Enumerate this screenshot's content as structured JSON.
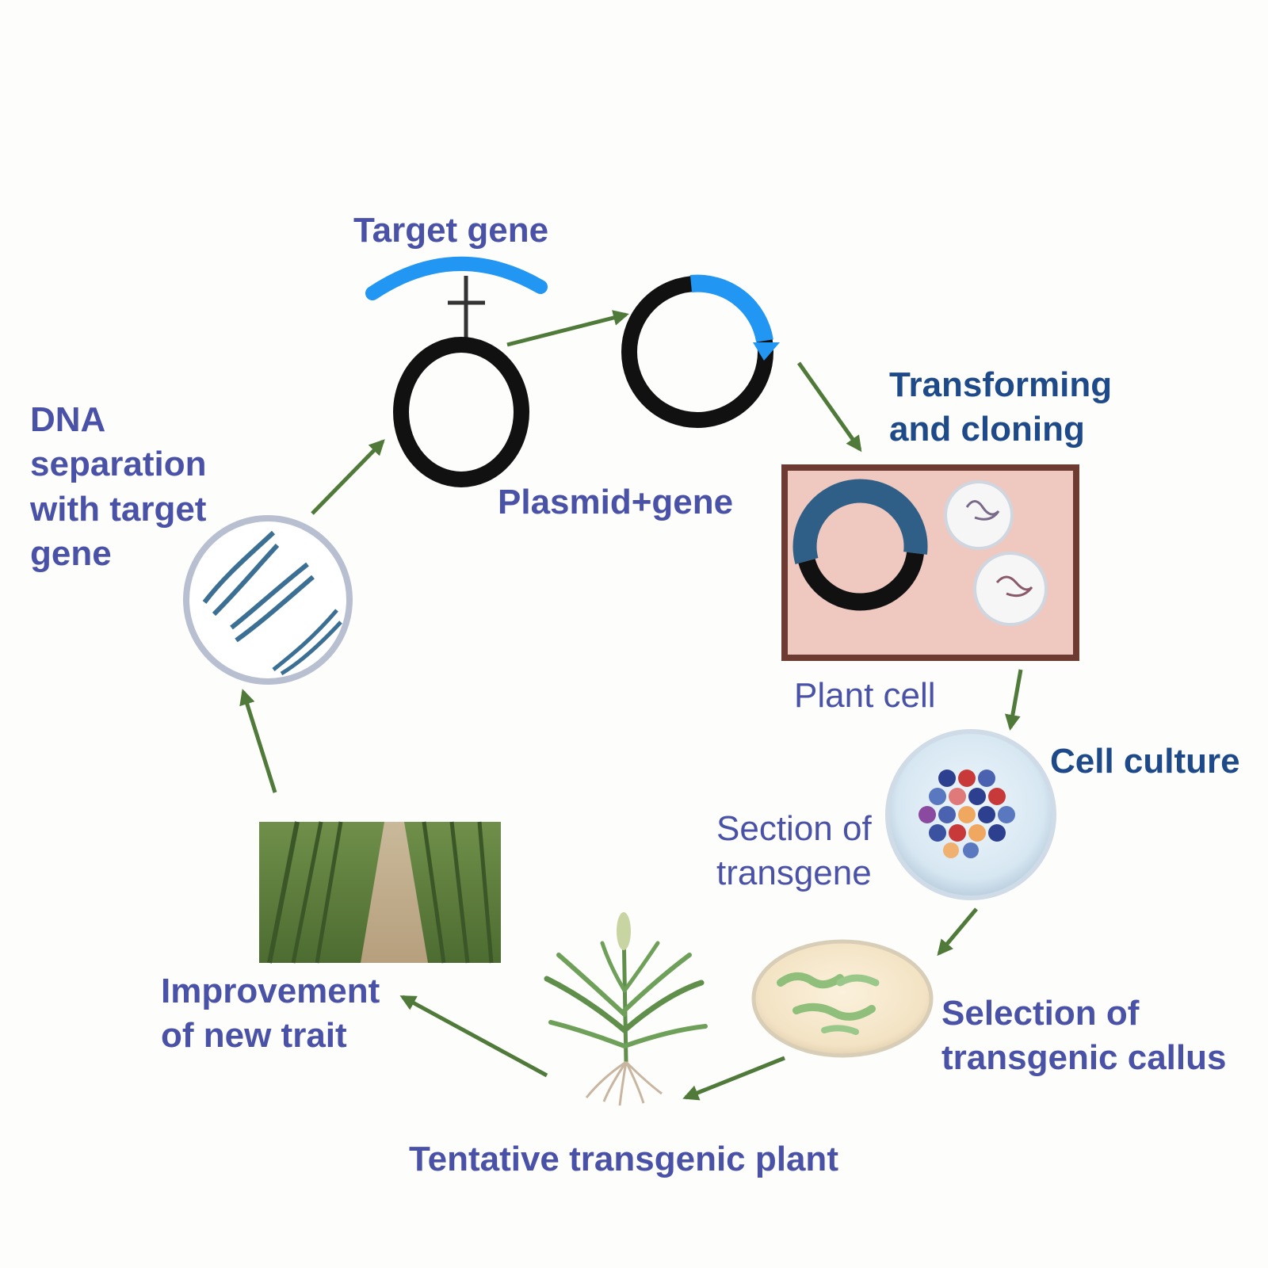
{
  "labels": {
    "target_gene": "Target gene",
    "plasmid_gene": "Plasmid+gene",
    "dna_separation": [
      "DNA",
      "separation",
      "with target",
      "gene"
    ],
    "transforming": [
      "Transforming",
      "and cloning"
    ],
    "plant_cell": "Plant cell",
    "cell_culture": "Cell culture",
    "section_transgene": [
      "Section of",
      "transgene"
    ],
    "selection_callus": [
      "Selection of",
      "transgenic callus"
    ],
    "tentative_plant": "Tentative transgenic plant",
    "improvement": [
      "Improvement",
      "of new trait"
    ]
  },
  "colors": {
    "label_blue": "#4a52a8",
    "label_dark_blue": "#1f4a8a",
    "arrow_green": "#4f7a3a",
    "gene_blue": "#2196f3",
    "plasmid_black": "#111111",
    "frame_brown": "#6e3b32",
    "cell_pink": "#efc8c0"
  }
}
